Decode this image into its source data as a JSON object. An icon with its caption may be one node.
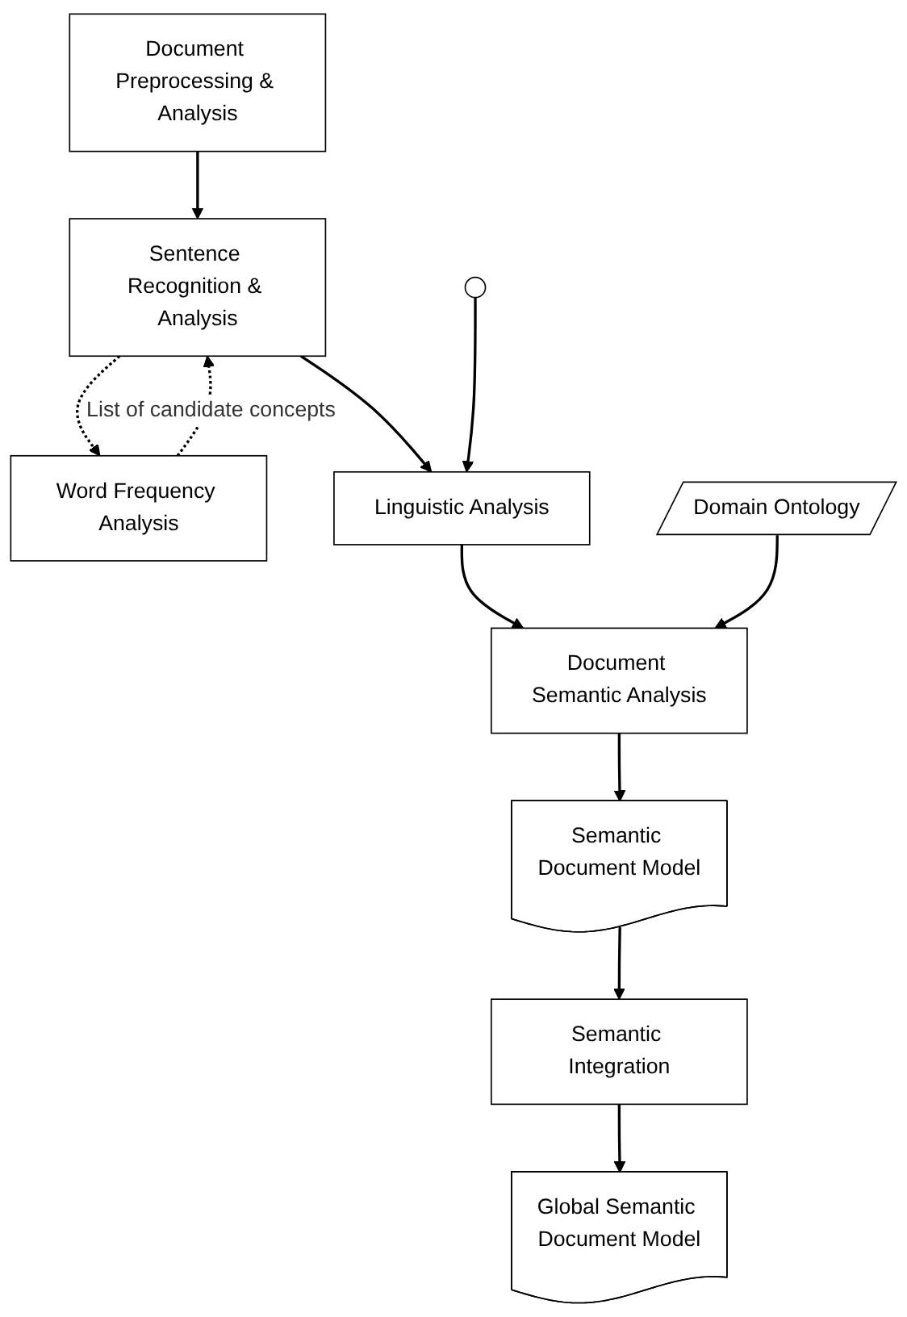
{
  "diagram": {
    "nodes": [
      {
        "text": [
          "Document Preprocessing & Analysis"
        ]
      },
      {
        "text": [
          "Sentence Recognition & Analysis"
        ]
      },
      {
        "text": [
          "Word Frequency Analysis"
        ]
      },
      {
        "text": [],
        "shape": "circle"
      },
      {
        "text": [
          "Linguistic Analysis"
        ]
      },
      {
        "text": [
          "Domain Ontology"
        ]
      },
      {
        "text": [
          "Document Semantic Analysis"
        ]
      },
      {
        "text": [
          "Semantic Document Model"
        ]
      },
      {
        "text": [
          "Semantic Integration"
        ]
      },
      {
        "text": [
          "Global Semantic Document Model"
        ]
      }
    ],
    "edges": [
      {
        "from": 0,
        "to": 1,
        "arrow": "to"
      },
      {
        "from": 1,
        "to": 2,
        "arrow": "to",
        "style": "dashed"
      },
      {
        "from": 2,
        "to": 1,
        "arrow": "to",
        "style": "dashed",
        "label": "List of candidate concepts"
      },
      {
        "from": 1,
        "to": 4,
        "arrow": "to"
      },
      {
        "from": 3,
        "to": 4,
        "arrow": "to"
      },
      {
        "from": 4,
        "to": 6,
        "arrow": "to"
      },
      {
        "from": 5,
        "to": 6,
        "arrow": "to"
      },
      {
        "from": 6,
        "to": 7,
        "arrow": "to"
      },
      {
        "from": 7,
        "to": 8,
        "arrow": "to"
      },
      {
        "from": 8,
        "to": 9,
        "arrow": "to"
      }
    ]
  }
}
